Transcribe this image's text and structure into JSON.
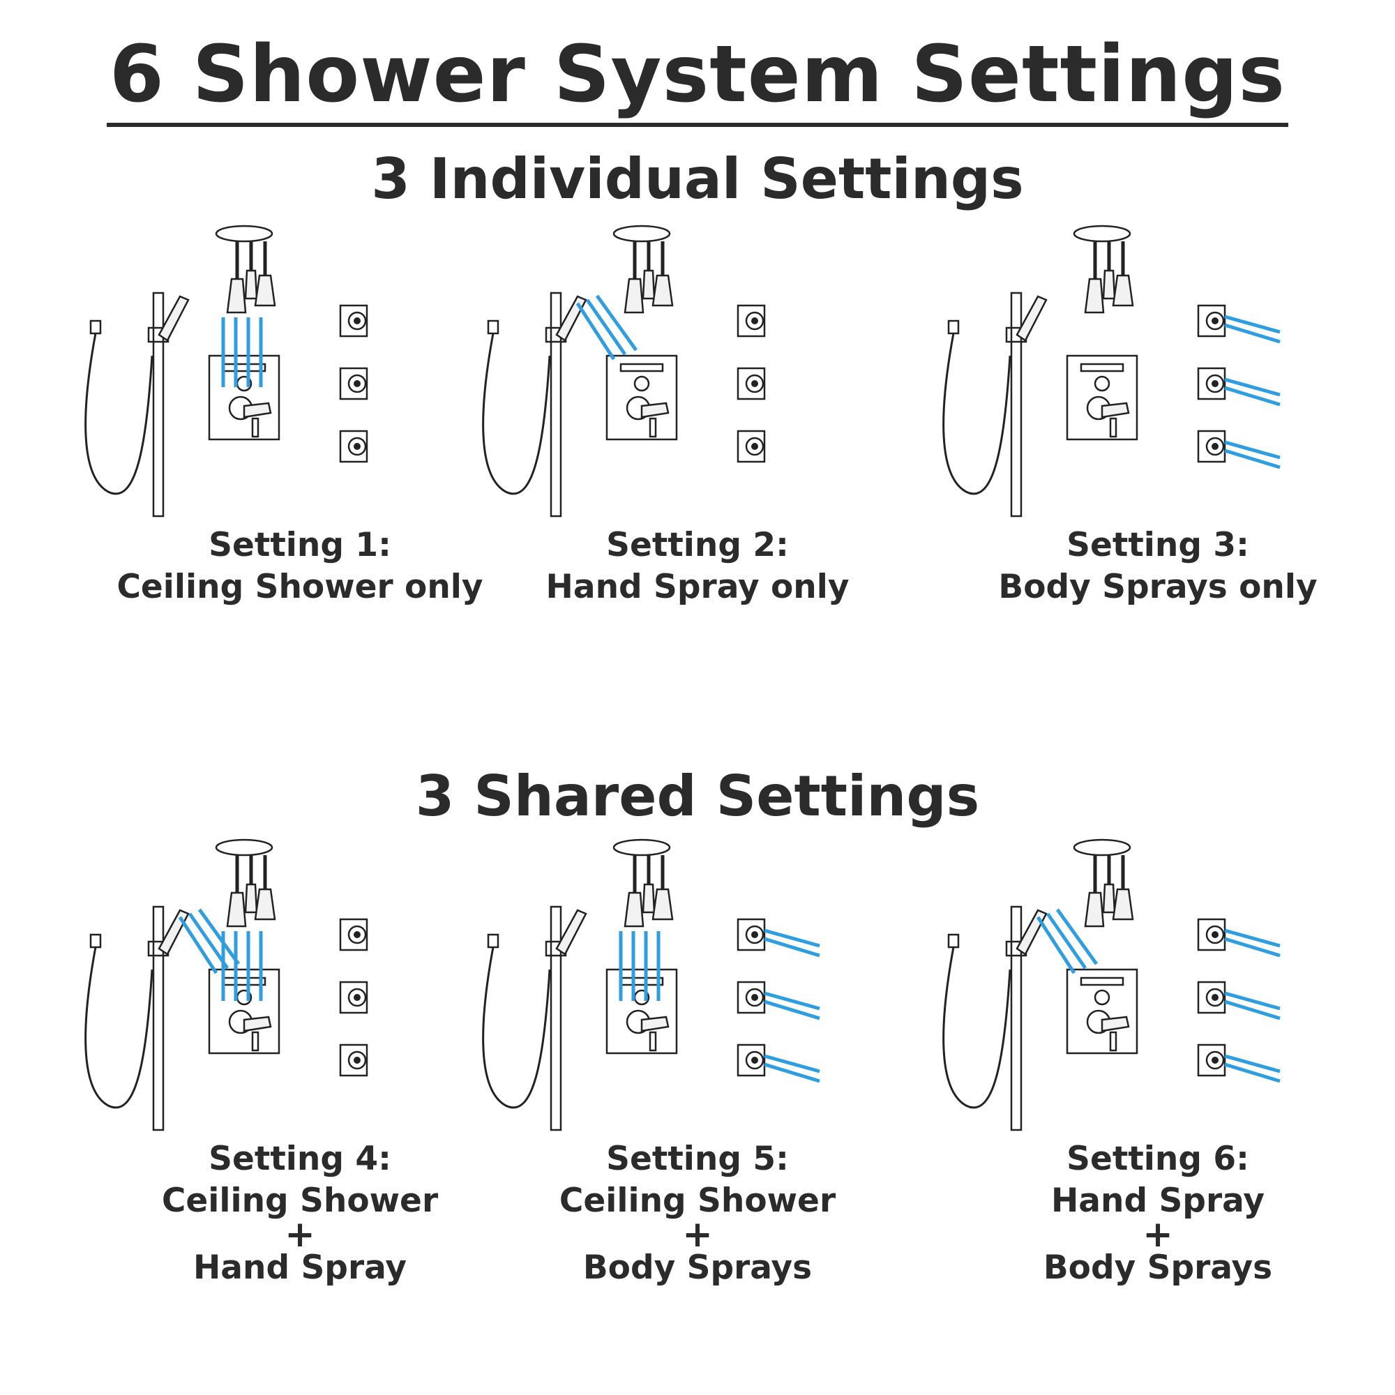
{
  "title": "6 Shower System Settings",
  "sections": {
    "individual": "3 Individual Settings",
    "shared": "3 Shared Settings"
  },
  "colors": {
    "water": "#2f9ee0",
    "line": "#222222"
  },
  "icons": [
    "ceiling-shower-icon",
    "hand-spray-icon",
    "slide-bar-icon",
    "hose-icon",
    "valve-trim-icon",
    "body-spray-icon"
  ],
  "settings": [
    {
      "heading": "Setting 1:",
      "line1": "Ceiling Shower only",
      "plus": "",
      "line2": "",
      "active": [
        "ceiling"
      ]
    },
    {
      "heading": "Setting 2:",
      "line1": "Hand Spray only",
      "plus": "",
      "line2": "",
      "active": [
        "hand"
      ]
    },
    {
      "heading": "Setting 3:",
      "line1": "Body Sprays only",
      "plus": "",
      "line2": "",
      "active": [
        "body"
      ]
    },
    {
      "heading": "Setting 4:",
      "line1": "Ceiling Shower",
      "plus": "+",
      "line2": "Hand Spray",
      "active": [
        "ceiling",
        "hand"
      ]
    },
    {
      "heading": "Setting 5:",
      "line1": "Ceiling Shower",
      "plus": "+",
      "line2": "Body Sprays",
      "active": [
        "ceiling",
        "body"
      ]
    },
    {
      "heading": "Setting 6:",
      "line1": "Hand Spray",
      "plus": "+",
      "line2": "Body Sprays",
      "active": [
        "hand",
        "body"
      ]
    }
  ]
}
